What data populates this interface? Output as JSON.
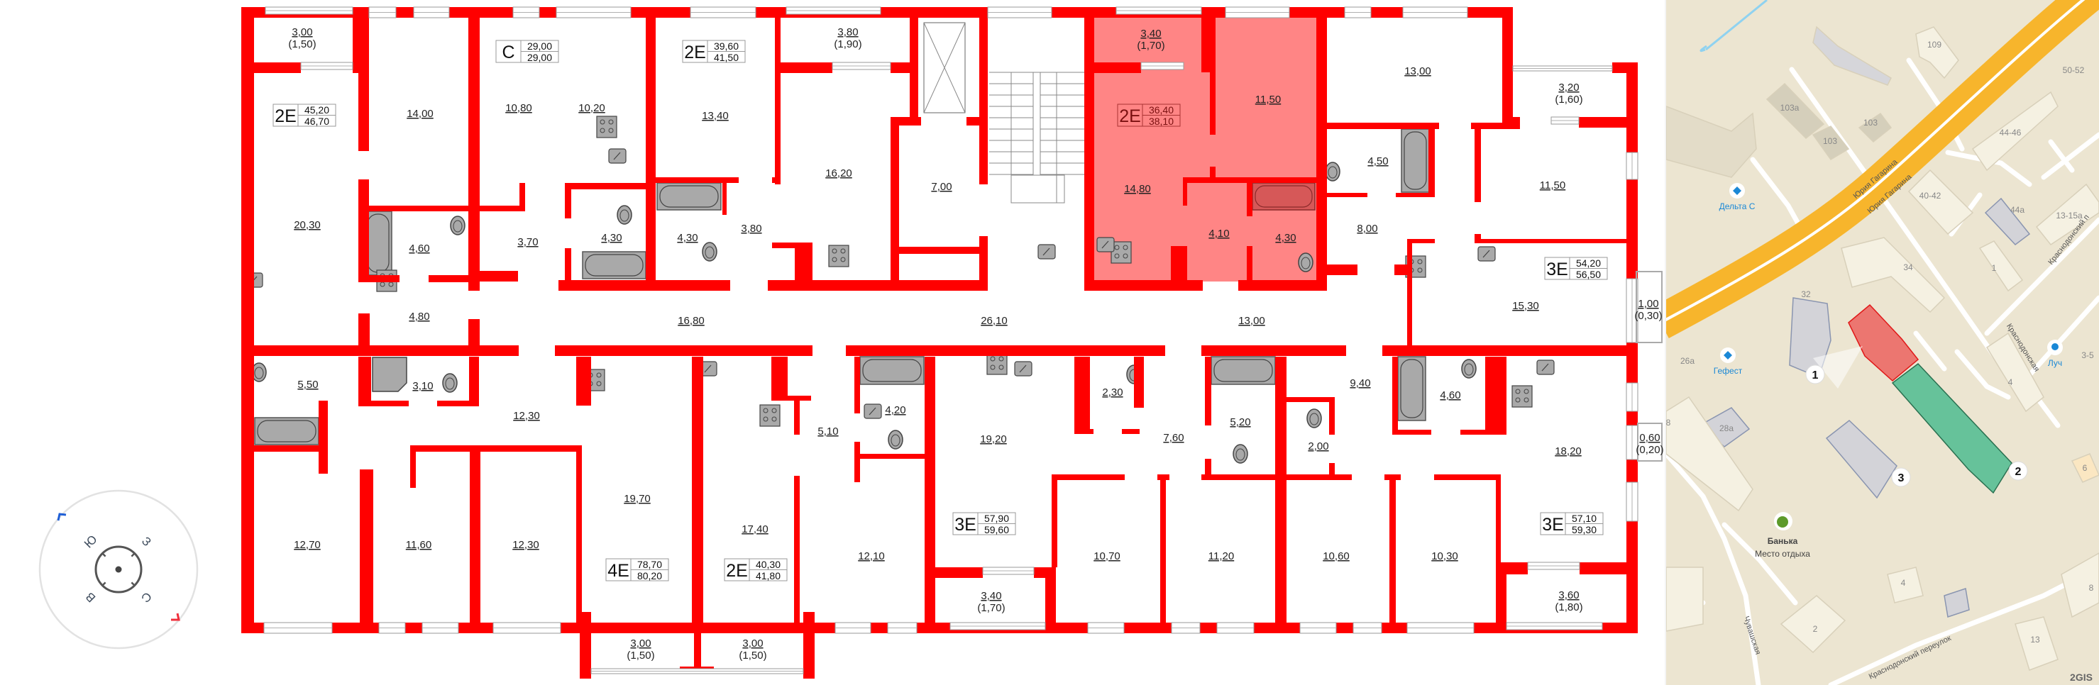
{
  "plan": {
    "colors": {
      "wall": "#ff0000",
      "highlight": "#ff8585",
      "window": "#ffffff",
      "fixture": "#a9a9a9"
    },
    "highlighted_apartment": 3,
    "rooms": [
      {
        "area": "3,00",
        "sub": "(1,50)"
      },
      {
        "area": "14,00"
      },
      {
        "area": "10,80"
      },
      {
        "area": "10,20"
      },
      {
        "area": "13,40"
      },
      {
        "area": "3,80",
        "sub": "(1,90)"
      },
      {
        "area": "16,20"
      },
      {
        "area": "7,00"
      },
      {
        "area": "3,40",
        "sub": "(1,70)"
      },
      {
        "area": "11,50"
      },
      {
        "area": "14,80"
      },
      {
        "area": "4,10"
      },
      {
        "area": "4,30"
      },
      {
        "area": "13,00"
      },
      {
        "area": "3,20",
        "sub": "(1,60)"
      },
      {
        "area": "4,50"
      },
      {
        "area": "11,50"
      },
      {
        "area": "8,00"
      },
      {
        "area": "15,30"
      },
      {
        "area": "1,00",
        "sub": "(0,30)"
      },
      {
        "area": "20,30"
      },
      {
        "area": "4,60"
      },
      {
        "area": "3,70"
      },
      {
        "area": "4,30"
      },
      {
        "area": "4,30"
      },
      {
        "area": "3,80"
      },
      {
        "area": "4,80"
      },
      {
        "area": "16,80"
      },
      {
        "area": "26,10"
      },
      {
        "area": "13,00"
      },
      {
        "area": "5,50"
      },
      {
        "area": "3,10"
      },
      {
        "area": "12,30"
      },
      {
        "area": "19,70"
      },
      {
        "area": "17,40"
      },
      {
        "area": "5,10"
      },
      {
        "area": "4,20"
      },
      {
        "area": "19,20"
      },
      {
        "area": "2,30"
      },
      {
        "area": "7,60"
      },
      {
        "area": "5,20"
      },
      {
        "area": "2,00"
      },
      {
        "area": "9,40"
      },
      {
        "area": "4,60"
      },
      {
        "area": "18,20"
      },
      {
        "area": "0,60",
        "sub": "(0,20)"
      },
      {
        "area": "12,70"
      },
      {
        "area": "11,60"
      },
      {
        "area": "12,30"
      },
      {
        "area": "12,10"
      },
      {
        "area": "10,70"
      },
      {
        "area": "11,20"
      },
      {
        "area": "10,60"
      },
      {
        "area": "10,30"
      },
      {
        "area": "3,40",
        "sub": "(1,70)"
      },
      {
        "area": "3,60",
        "sub": "(1,80)"
      },
      {
        "area": "3,00",
        "sub": "(1,50)"
      },
      {
        "area": "3,00",
        "sub": "(1,50)"
      }
    ],
    "apartments": [
      {
        "type": "2E",
        "area_1": "45,20",
        "area_2": "46,70"
      },
      {
        "type": "C",
        "area_1": "29,00",
        "area_2": "29,00"
      },
      {
        "type": "2E",
        "area_1": "39,60",
        "area_2": "41,50"
      },
      {
        "type": "2E",
        "area_1": "36,40",
        "area_2": "38,10"
      },
      {
        "type": "3E",
        "area_1": "54,20",
        "area_2": "56,50"
      },
      {
        "type": "3E",
        "area_1": "57,90",
        "area_2": "59,60"
      },
      {
        "type": "4E",
        "area_1": "78,70",
        "area_2": "80,20"
      },
      {
        "type": "2E",
        "area_1": "40,30",
        "area_2": "41,80"
      },
      {
        "type": "3E",
        "area_1": "57,10",
        "area_2": "59,30"
      }
    ]
  },
  "compass": {
    "north": "С",
    "south": "Ю",
    "east": "В",
    "west": "З",
    "colors": {
      "marker_a": "#1f5fd6",
      "marker_b": "#f0303c"
    }
  },
  "map": {
    "colors": {
      "ground": "#ece5d1",
      "road_main": "#f7b52c",
      "selected_building": "#ec7670",
      "available_building": "#66c29a",
      "other_building": "#d3d3d8",
      "place_label": "#1a88d6"
    },
    "markers": [
      "1",
      "2",
      "3"
    ],
    "places": [
      {
        "name": "Дельта С",
        "icon": "diamond-icon"
      },
      {
        "name": "Гефест",
        "icon": "diamond-icon"
      },
      {
        "name": "Луч",
        "icon": "globe-icon"
      }
    ],
    "poi": {
      "name": "Банька",
      "category": "Место отдыха",
      "icon": "bath-broom-icon"
    },
    "streets": [
      "Юрия Гагарина",
      "Юрия Гагарина",
      "Краснодонский п",
      "Краснодонская",
      "Краснодонский переулок",
      "Чувашская"
    ],
    "building_numbers": [
      "109",
      "50-52",
      "103а",
      "103",
      "103",
      "44-46",
      "40-42",
      "44а",
      "13-15а",
      "1",
      "34",
      "32",
      "26а",
      "28а",
      "4",
      "3-5",
      "6",
      "4",
      "2",
      "8",
      "13",
      "8"
    ],
    "logo": "2GIS"
  }
}
